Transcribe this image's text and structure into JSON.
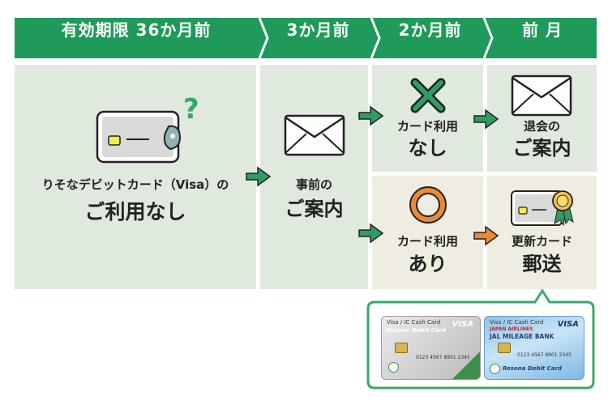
{
  "timeline": {
    "step1": "有効期限 36か月前",
    "step2": "3か月前",
    "step3": "2か月前",
    "step4": "前 月"
  },
  "stage1": {
    "line1": "りそなデビットカード（Visa）の",
    "line2": "ご利用なし"
  },
  "stage2": {
    "line1": "事前の",
    "line2": "ご案内"
  },
  "branch_no": {
    "line1": "カード利用",
    "line2": "なし",
    "result_line1": "退会の",
    "result_line2": "ご案内"
  },
  "branch_yes": {
    "line1": "カード利用",
    "line2": "あり",
    "result_line1": "更新カード",
    "result_line2": "郵送"
  },
  "cards": {
    "card1_top": "Visa / IC Cash Card",
    "card1_brand": "Resona Debit Card",
    "card1_visa": "VISA",
    "card1_number": "0123 4567 8901 2345",
    "card2_top": "Visa / IC Cash Card",
    "card2_airline": "JAPAN AIRLINES",
    "card2_bank": "JAL MILEAGE BANK",
    "card2_visa": "VISA",
    "card2_number": "0123 4567 8901 2345",
    "card2_brand": "Resona Debit Card"
  },
  "colors": {
    "header_green": "#1f9a5a",
    "arrow_green": "#2f9d63",
    "arrow_orange": "#e98b36",
    "panel_green": "#dfe9dd",
    "panel_beige": "#efede1",
    "card_frame": "#3aa86a"
  }
}
